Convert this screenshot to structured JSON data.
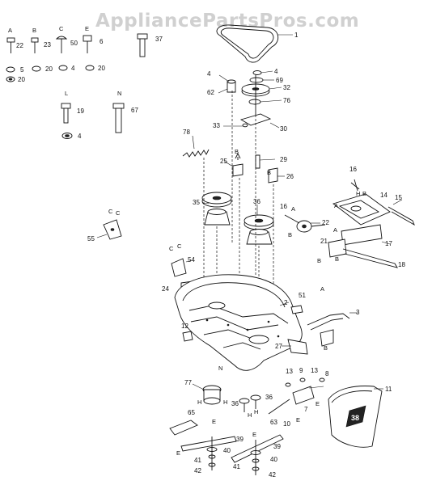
{
  "watermark": "AppliancePartsPros.com",
  "hardware": [
    {
      "letter": "A",
      "number": "22"
    },
    {
      "letter": "B",
      "number": "23"
    },
    {
      "letter": "C",
      "number": "50"
    },
    {
      "letter": "E",
      "number": "6"
    },
    {
      "letter": "",
      "number": "37"
    },
    {
      "letter": "L",
      "number": "19"
    },
    {
      "letter": "N",
      "number": "67"
    }
  ],
  "small_hardware": [
    "5",
    "20",
    "20",
    "4",
    "20",
    "4"
  ],
  "callouts": [
    "1",
    "4",
    "69",
    "62",
    "32",
    "76",
    "33",
    "30",
    "78",
    "25",
    "29",
    "26",
    "16",
    "14",
    "15",
    "35",
    "36",
    "16",
    "22",
    "21",
    "17",
    "18",
    "55",
    "54",
    "24",
    "2",
    "51",
    "3",
    "12",
    "27",
    "13",
    "9",
    "13",
    "8",
    "7",
    "11",
    "77",
    "36",
    "36",
    "63",
    "10",
    "65",
    "39",
    "40",
    "41",
    "42",
    "39",
    "40",
    "41",
    "42",
    "4"
  ],
  "part_letters": [
    "A",
    "B",
    "C",
    "E",
    "H",
    "L",
    "N"
  ]
}
